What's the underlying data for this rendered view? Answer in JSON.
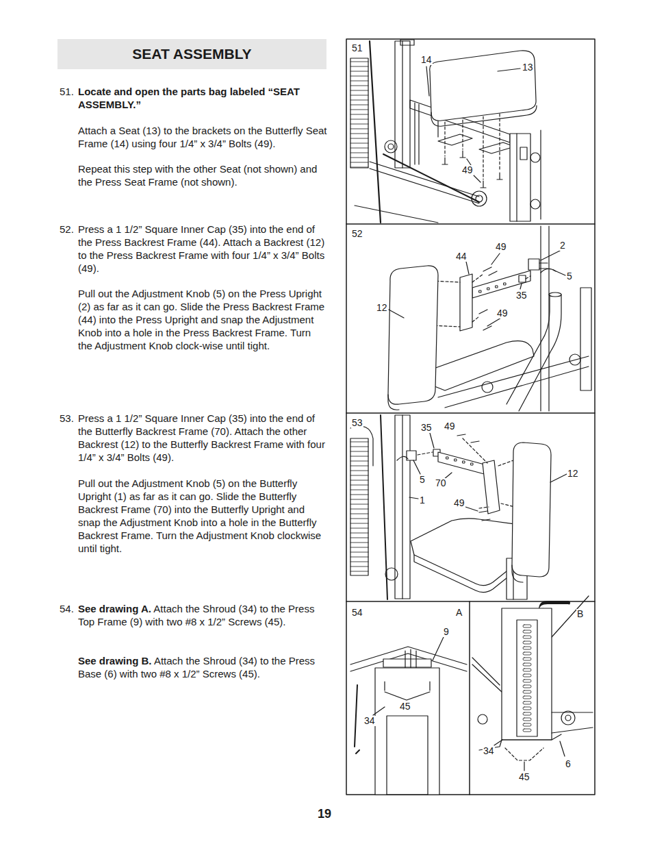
{
  "diagram": {
    "title": "SEAT ASSEMBLY",
    "labels": [
      "51.",
      "Locate and open the parts bag labeled “SEAT ASSEMBLY.”",
      "Attach a Seat (13) to the brackets on the Butterfly Seat Frame (14) using four 1/4” x 3/4” Bolts (49).",
      "Repeat this step with the other Seat (not shown) and the Press Seat Frame (not shown).",
      "52.",
      "Press a 1 1/2” Square Inner Cap (35) into the end of the Press Backrest Frame (44). Attach a Backrest (12) to the Press Backrest Frame with four 1/4” x 3/4” Bolts (49).",
      "Pull out the Adjustment Knob (5) on the Press Upright (2) as far as it can go. Slide the Press Backrest Frame (44) into the Press Upright and snap the Adjustment Knob into a hole in the Press Backrest Frame. Turn the Adjustment Knob clock-wise until tight.",
      "53.",
      "Press a 1 1/2” Square Inner Cap (35) into the end of the Butterfly Backrest Frame (70). Attach the other Backrest (12) to the Butterfly Backrest Frame with four 1/4” x 3/4” Bolts (49).",
      "Pull out the Adjustment Knob (5) on the Butterfly Upright (1) as far as it can go. Slide the Butterfly Backrest Frame (70) into the Butterfly Upright and snap the Adjustment Knob into a hole in the Butterfly Backrest Frame. Turn the Adjustment Knob clockwise until tight.",
      "54.",
      "See drawing A.",
      "Attach the Shroud (34) to the Press Top Frame (9) with two #8 x 1/2” Screws (45).",
      "See drawing B.",
      "Attach the Shroud (34) to the Press Base (6) with two #8 x 1/2” Screws (45).",
      "19",
      "51",
      "14",
      "13",
      "49",
      "52",
      "49",
      "2",
      "44",
      "5",
      "35",
      "12",
      "49",
      "53",
      "35",
      "49",
      "5",
      "70",
      "12",
      "1",
      "49",
      "54",
      "A",
      "B",
      "9",
      "45",
      "34",
      "34",
      "6",
      "45"
    ]
  }
}
